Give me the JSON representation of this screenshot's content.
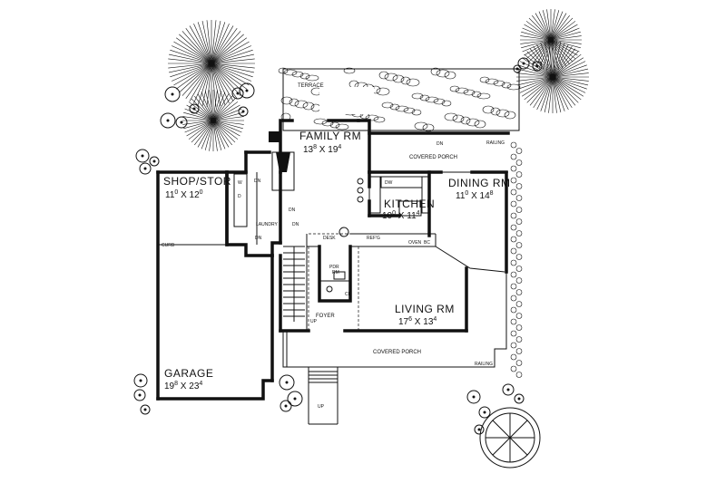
{
  "rooms": {
    "family": {
      "title": "FAMILY RM",
      "dim_a": "13",
      "dim_a_sup": "8",
      "dim_x": " X ",
      "dim_b": "19",
      "dim_b_sup": "4"
    },
    "shop": {
      "title": "SHOP/STOR",
      "dim_a": "11",
      "dim_a_sup": "0",
      "dim_x": " X ",
      "dim_b": "12",
      "dim_b_sup": "0"
    },
    "kitchen": {
      "title": "KITCHEN",
      "dim_a": "10",
      "dim_a_sup": "0",
      "dim_x": " X ",
      "dim_b": "11",
      "dim_b_sup": "4"
    },
    "dining": {
      "title": "DINING RM",
      "dim_a": "11",
      "dim_a_sup": "0",
      "dim_x": " X ",
      "dim_b": "14",
      "dim_b_sup": "8"
    },
    "living": {
      "title": "LIVING RM",
      "dim_a": "17",
      "dim_a_sup": "6",
      "dim_x": " X ",
      "dim_b": "13",
      "dim_b_sup": "4"
    },
    "garage": {
      "title": "GARAGE",
      "dim_a": "19",
      "dim_a_sup": "8",
      "dim_x": " X ",
      "dim_b": "23",
      "dim_b_sup": "4"
    }
  },
  "labels": {
    "terrace": "TERRACE",
    "covered_porch_top": "COVERED PORCH",
    "covered_porch_front": "COVERED PORCH",
    "railing_top": "RAILING",
    "railing_front": "RAILING",
    "laundry": "LAUNDRY",
    "foyer": "FOYER",
    "pdr_rm_1": "PDR",
    "pdr_rm_2": "RM",
    "cl": "CL",
    "desk": "DESK",
    "refg": "REF'G",
    "oven": "OVEN",
    "bc": "BC",
    "curb": "CURB",
    "dw": "DW",
    "up_stair": "UP",
    "up_walk": "UP",
    "dn_family": "DN",
    "dn_laundry_a": "DN",
    "dn_laundry_b": "DN",
    "dn_laundry_c": "DN",
    "dn_porch": "DN",
    "washer": "W",
    "dryer": "D"
  }
}
